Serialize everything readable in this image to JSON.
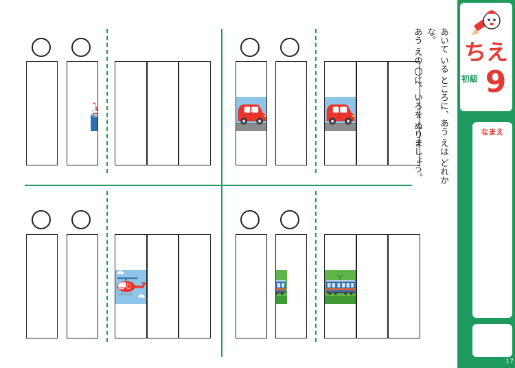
{
  "instructions": {
    "line1": "あいて いる ところに、あう えは どれかな。",
    "line2": "あう えの 〇に、いろを ぬりましょう。"
  },
  "header": {
    "title": "ちえ",
    "level": "初級",
    "number": "9"
  },
  "name_label": "なまえ",
  "page_number": "17",
  "colors": {
    "accent_green": "#1f9a5f",
    "title_red": "#e53935",
    "sky": "#8ec5e8",
    "sea": "#2f6fb0",
    "grass": "#5fb548",
    "road": "#8c8c8c"
  },
  "puzzles": [
    {
      "subject": "ship",
      "background": "sea"
    },
    {
      "subject": "car",
      "background": "road"
    },
    {
      "subject": "helicopter",
      "background": "sky"
    },
    {
      "subject": "train",
      "background": "grass"
    }
  ]
}
